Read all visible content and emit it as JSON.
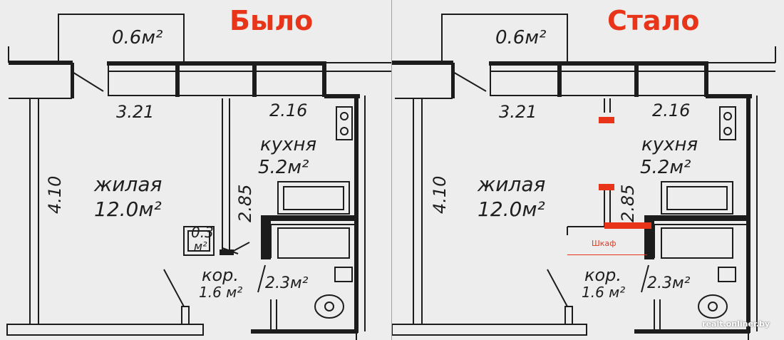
{
  "panels": [
    {
      "title": "Было",
      "balcony_area": "0.6м²",
      "dim_room_width": "3.21",
      "dim_kitchen_width": "2.16",
      "dim_room_length": "4.10",
      "dim_wall": "2.85",
      "kitchen_name": "кухня",
      "kitchen_area": "5.2м²",
      "room_name": "жилая",
      "room_area": "12.0м²",
      "closet_area_line1": "0.3",
      "closet_area_line2": "м²",
      "corridor_name": "кор.",
      "corridor_area": "1.6 м²",
      "bathroom_area": "2.3м²"
    },
    {
      "title": "Стало",
      "balcony_area": "0.6м²",
      "dim_room_width": "3.21",
      "dim_kitchen_width": "2.16",
      "dim_room_length": "4.10",
      "dim_wall": "2.85",
      "kitchen_name": "кухня",
      "kitchen_area": "5.2м²",
      "room_name": "жилая",
      "room_area": "12.0м²",
      "wardrobe_label": "Шкаф",
      "corridor_name": "кор.",
      "corridor_area": "1.6 м²",
      "bathroom_area": "2.3м²"
    }
  ],
  "watermark": "realt.onliner.by",
  "colors": {
    "wall": "#1c1c1c",
    "background": "#ededed",
    "accent": "#e8351a"
  }
}
